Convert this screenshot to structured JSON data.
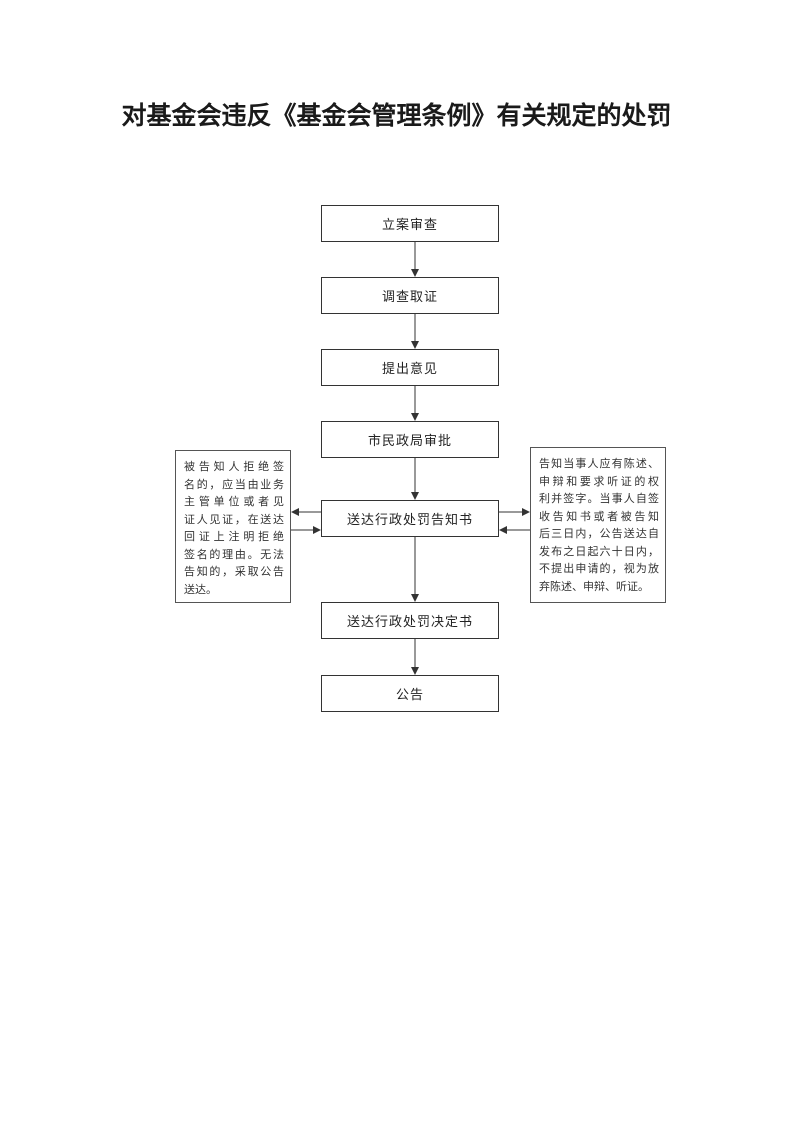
{
  "title": "对基金会违反《基金会管理条例》有关规定的处罚",
  "steps": [
    {
      "label": "立案审查"
    },
    {
      "label": "调查取证"
    },
    {
      "label": "提出意见"
    },
    {
      "label": "市民政局审批"
    },
    {
      "label": "送达行政处罚告知书"
    },
    {
      "label": "送达行政处罚决定书"
    },
    {
      "label": "公告"
    }
  ],
  "left_note": {
    "lines": [
      "被告知人拒绝签",
      "名的，应当由业务",
      "主管单位或者见",
      "证人见证，在送达",
      "回证上注明拒绝",
      "签名的理由。无法",
      "告知的，采取公告",
      "送达。"
    ]
  },
  "right_note": {
    "lines": [
      "告知当事人应有陈述、",
      "申辩和要求听证的权",
      "利并签字。当事人自签",
      "收告知书或者被告知",
      "后三日内，公告送达自",
      "发布之日起六十日内，",
      "不提出申请的，视为放",
      "弃陈述、申辩、听证。"
    ]
  }
}
